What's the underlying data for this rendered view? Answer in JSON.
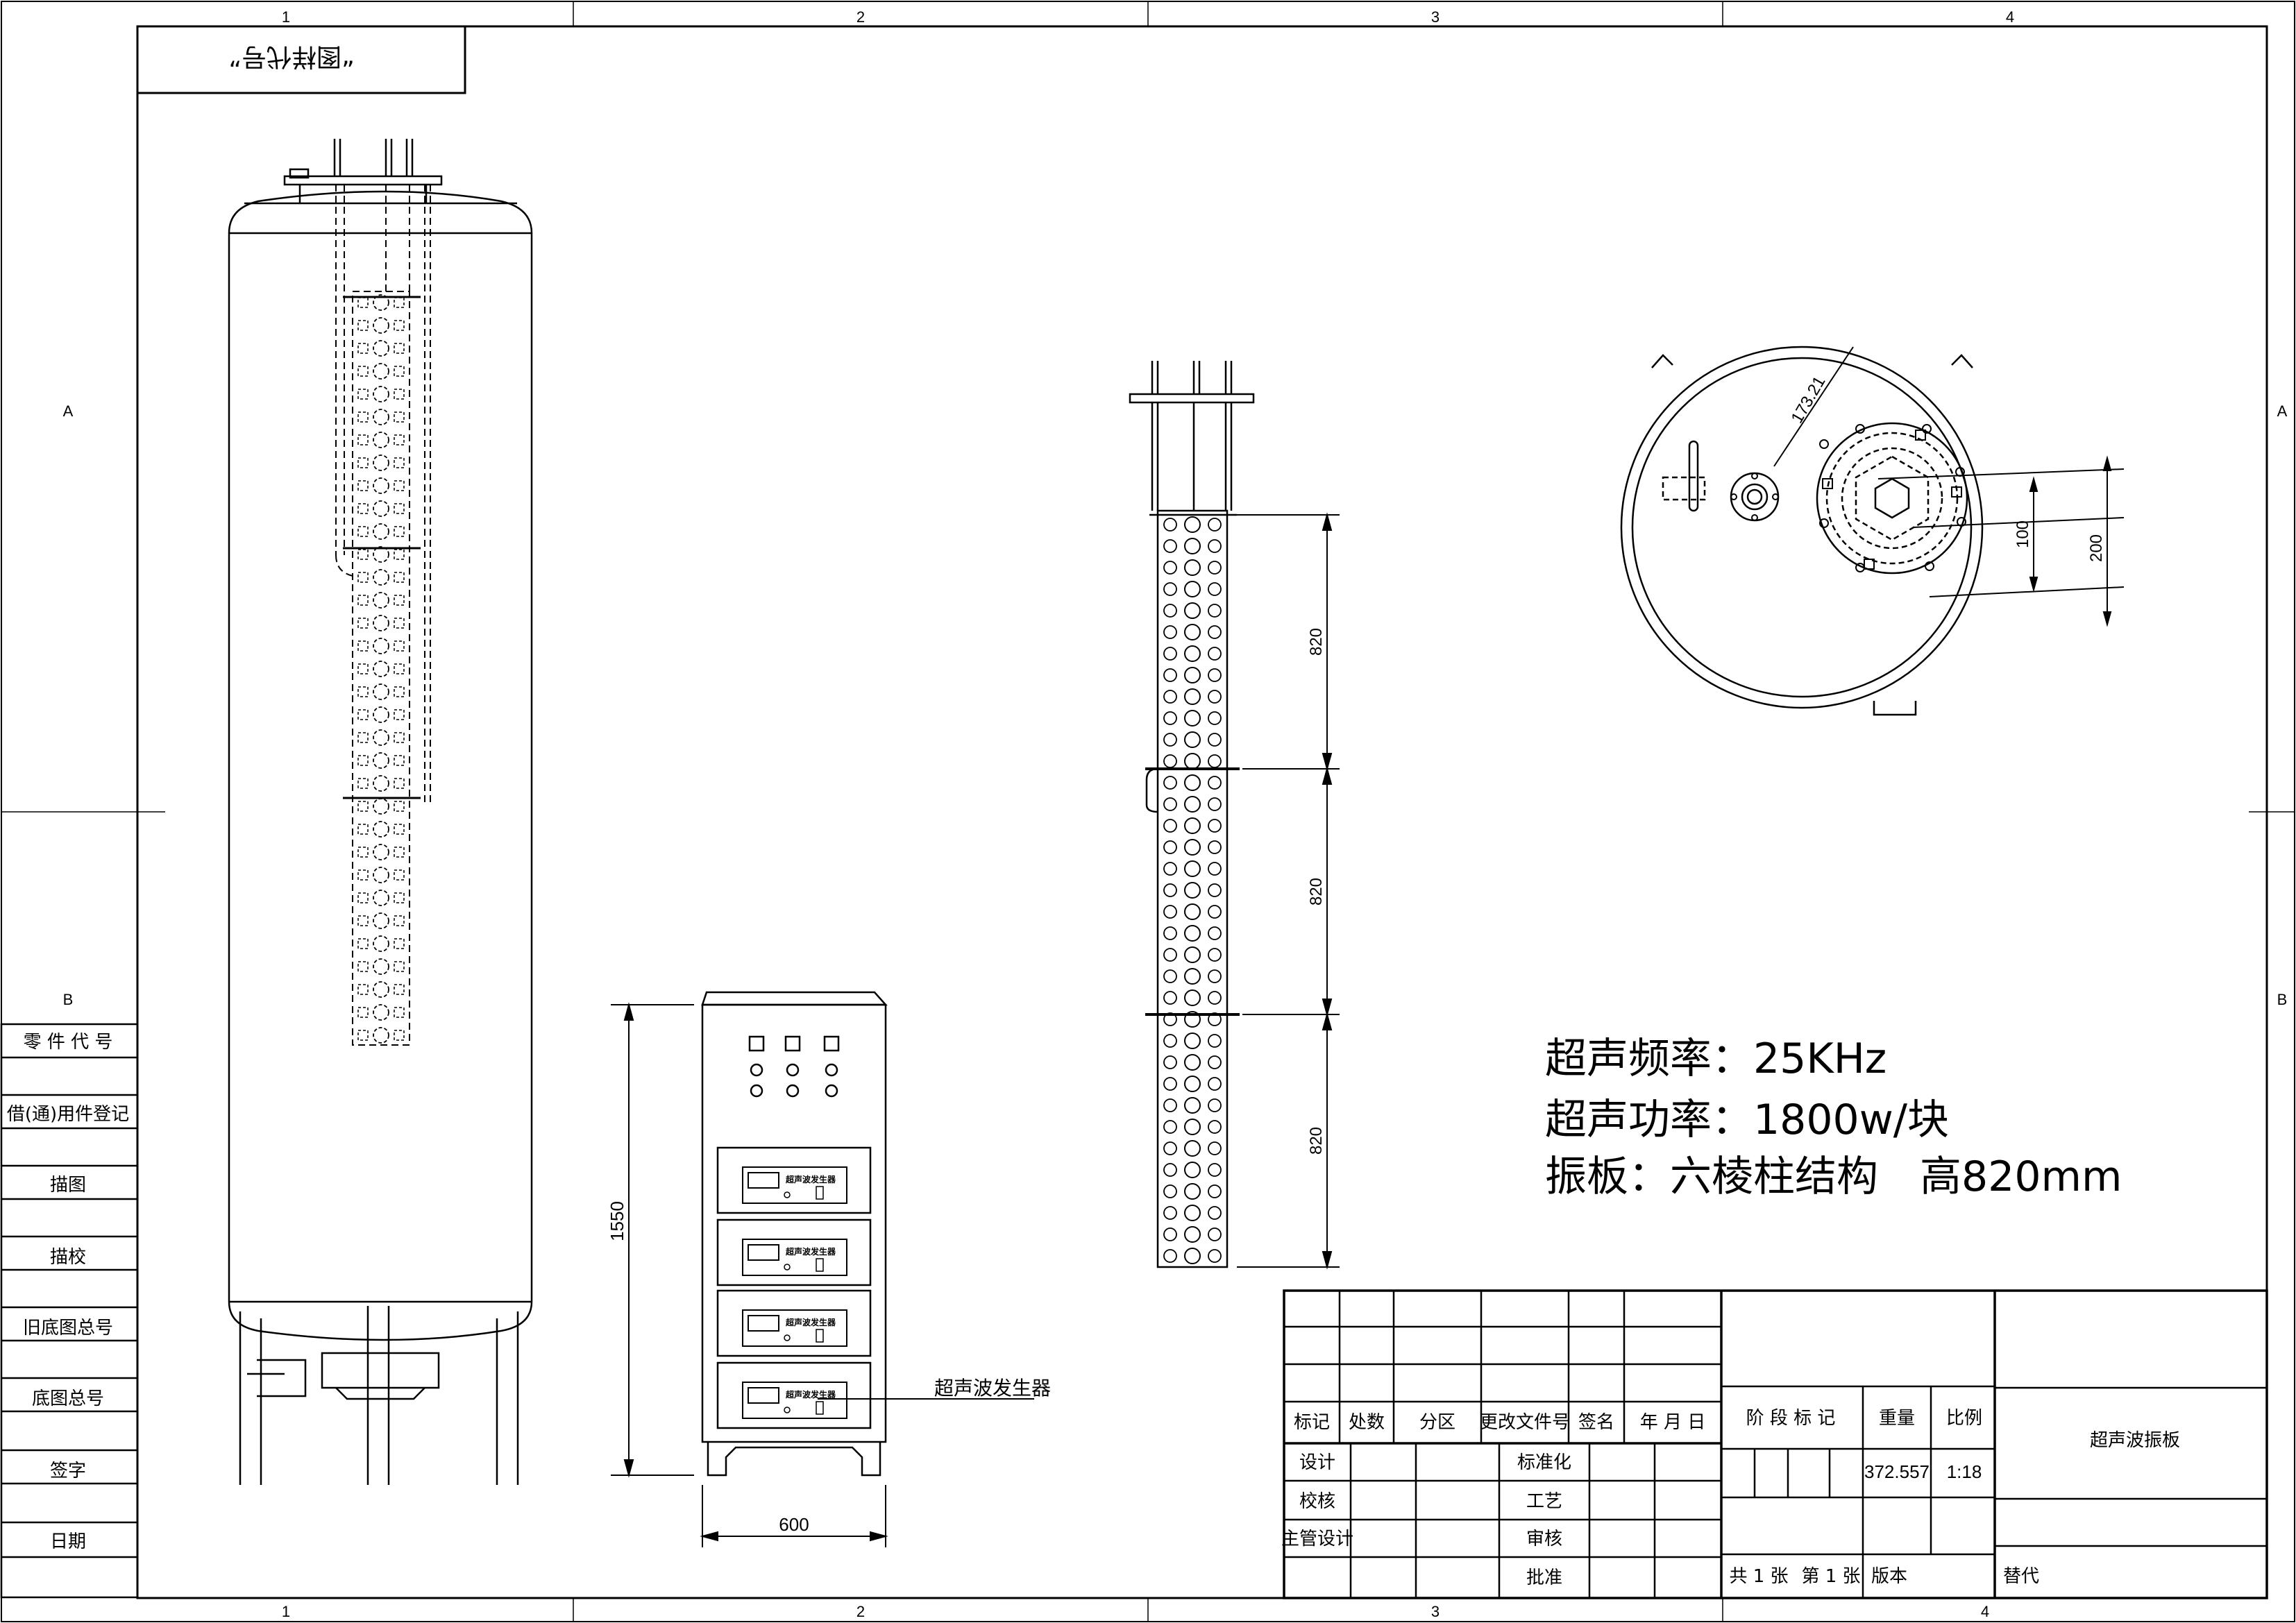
{
  "frame": {
    "columns": [
      "1",
      "2",
      "3",
      "4"
    ],
    "rows": [
      "A",
      "B"
    ]
  },
  "stamp": "“图样代号”",
  "side_table": [
    "零 件 代 号",
    "借(通)用件登记",
    "描图",
    "描校",
    "旧底图总号",
    "底图总号",
    "签字",
    "日期"
  ],
  "cabinet": {
    "height_dim": "1550",
    "width_dim": "600",
    "unit_label": "超声波发生器",
    "callout": "超声波发生器"
  },
  "rod": {
    "section_dims": [
      "820",
      "820",
      "820"
    ]
  },
  "top_view": {
    "dims": [
      "173.21",
      "100",
      "200"
    ]
  },
  "specs": [
    "超声频率：25KHz",
    "超声功率：1800w/块",
    "振板：六棱柱结构　高820mm"
  ],
  "title_block": {
    "rev_headers": [
      "标记",
      "处数",
      "分区",
      "更改文件号",
      "签名",
      "年 月 日"
    ],
    "left_roles": [
      "设计",
      "校核",
      "主管设计"
    ],
    "mid_roles": [
      "标准化",
      "工艺",
      "审核",
      "批准"
    ],
    "stage_label": "阶 段 标 记",
    "weight_label": "重量",
    "scale_label": "比例",
    "weight": "372.557",
    "scale": "1:18",
    "drawing_name": "超声波振板",
    "sheet_total": "共 1 张",
    "sheet_no": "第 1 张",
    "version_label": "版本",
    "replace_label": "替代"
  }
}
